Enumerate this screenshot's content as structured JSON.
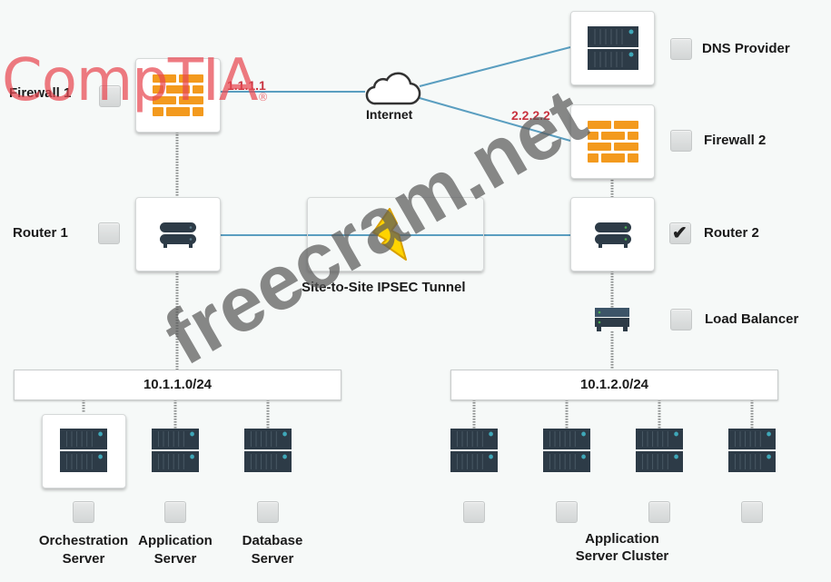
{
  "diagram": {
    "internet": {
      "label": "Internet",
      "icon": "cloud-icon"
    },
    "ip_addresses": {
      "firewall1": "1.1.1.1",
      "firewall2": "2.2.2.2"
    },
    "tunnel": {
      "label": "Site-to-Site IPSEC Tunnel",
      "icon": "lightning-icon"
    },
    "devices": [
      {
        "id": "firewall1",
        "label": "Firewall 1",
        "icon": "firewall-icon",
        "checked": false
      },
      {
        "id": "dns",
        "label": "DNS Provider",
        "icon": "server-icon",
        "checked": false
      },
      {
        "id": "firewall2",
        "label": "Firewall 2",
        "icon": "firewall-icon",
        "checked": false
      },
      {
        "id": "router1",
        "label": "Router 1",
        "icon": "router-icon",
        "checked": false
      },
      {
        "id": "router2",
        "label": "Router 2",
        "icon": "router-icon",
        "checked": true
      },
      {
        "id": "lb",
        "label": "Load Balancer",
        "icon": "load-balancer-icon",
        "checked": false
      }
    ],
    "subnets": [
      {
        "label": "10.1.1.0/24"
      },
      {
        "label": "10.1.2.0/24"
      }
    ],
    "left_servers": [
      {
        "line1": "Orchestration",
        "line2": "Server",
        "checked": false
      },
      {
        "line1": "Application",
        "line2": "Server",
        "checked": false
      },
      {
        "line1": "Database",
        "line2": "Server",
        "checked": false
      }
    ],
    "cluster": {
      "line1": "Application",
      "line2": "Server Cluster",
      "servers": [
        {
          "checked": false
        },
        {
          "checked": false
        },
        {
          "checked": false
        },
        {
          "checked": false
        }
      ]
    },
    "check_glyph": "✔"
  },
  "watermarks": {
    "brand": "CompTIA",
    "brand_mark": "®",
    "site": "freecram.net"
  },
  "colors": {
    "link": "#5a9ec0",
    "ip": "#c8323f",
    "firewall": "#f39a1e",
    "server": "#2d3b47"
  }
}
